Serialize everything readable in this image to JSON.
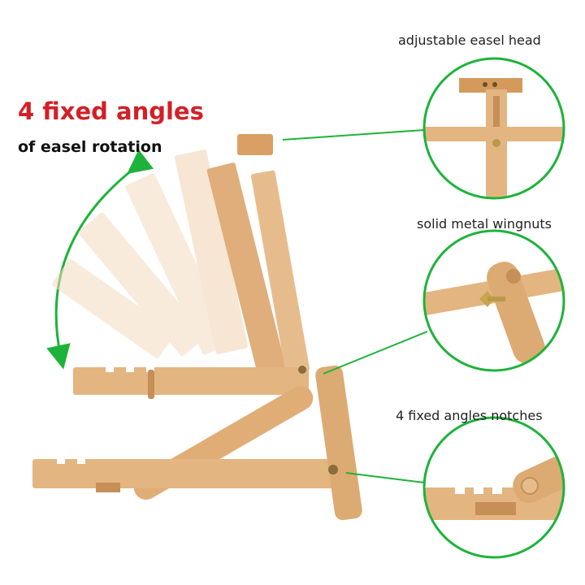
{
  "headline": {
    "main": "4 fixed angles",
    "sub": "of easel rotation"
  },
  "callouts": [
    {
      "label": "adjustable easel head",
      "icon": "easel-head-detail-icon"
    },
    {
      "label": "solid metal wingnuts",
      "icon": "wingnut-detail-icon"
    },
    {
      "label": "4 fixed angles notches",
      "icon": "notches-detail-icon"
    }
  ],
  "colors": {
    "accent_red": "#d41f26",
    "ring_green": "#1db33a",
    "wood": "#e3b581",
    "wood_dark": "#c58f57",
    "wood_ghost": "#f3dcc0"
  }
}
